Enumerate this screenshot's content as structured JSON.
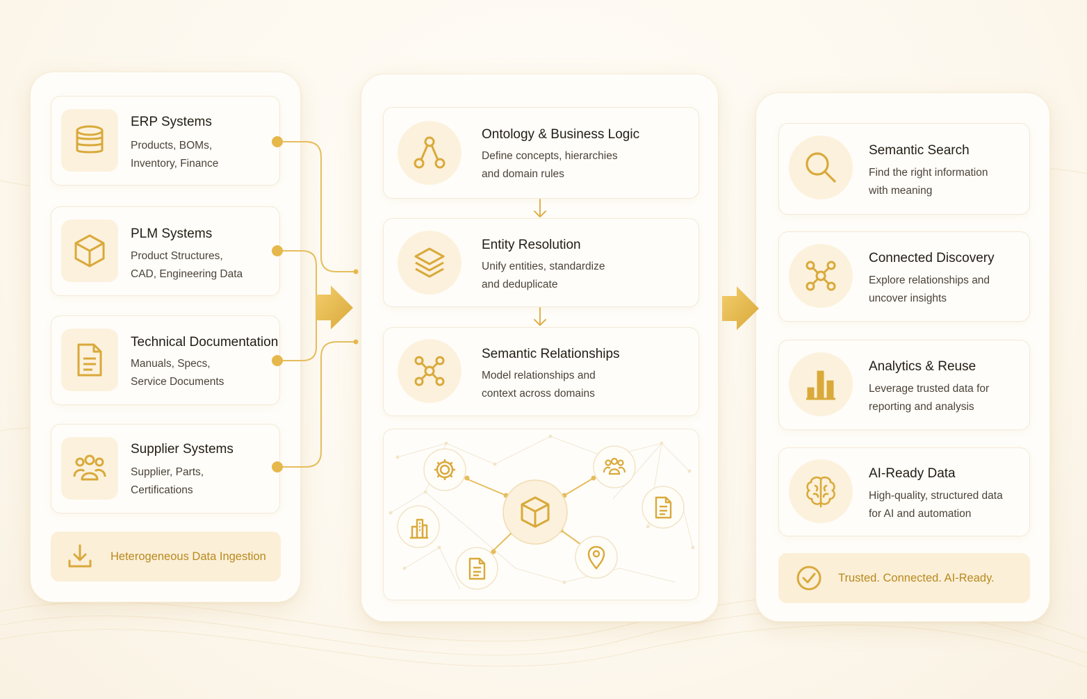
{
  "colors": {
    "accent": "#d9a93a",
    "accent_dark": "#c89420",
    "icon_bg": "#fcf1dc",
    "panel_bg": "#fffdf9"
  },
  "sources": {
    "items": [
      {
        "icon": "database-icon",
        "title": "ERP Systems",
        "desc": [
          "Products, BOMs,",
          "Inventory, Finance"
        ]
      },
      {
        "icon": "cube-icon",
        "title": "PLM Systems",
        "desc": [
          "Product Structures,",
          "CAD, Engineering Data"
        ]
      },
      {
        "icon": "document-icon",
        "title": "Technical Documentation",
        "desc": [
          "Manuals, Specs,",
          "Service Documents"
        ]
      },
      {
        "icon": "users-icon",
        "title": "Supplier Systems",
        "desc": [
          "Supplier, Parts,",
          "Certifications"
        ]
      }
    ],
    "footer": {
      "icon": "download-icon",
      "label": "Heterogeneous Data Ingestion"
    }
  },
  "processing": {
    "items": [
      {
        "icon": "hierarchy-icon",
        "title": "Ontology & Business Logic",
        "desc": [
          "Define concepts, hierarchies",
          "and domain rules"
        ]
      },
      {
        "icon": "layers-icon",
        "title": "Entity Resolution",
        "desc": [
          "Unify entities, standardize",
          "and deduplicate"
        ]
      },
      {
        "icon": "network-icon",
        "title": "Semantic Relationships",
        "desc": [
          "Model relationships and",
          "context across domains"
        ]
      }
    ],
    "graph_icons": [
      "cube-icon",
      "gear-icon",
      "users-icon",
      "document-icon",
      "building-icon",
      "document-icon",
      "location-pin-icon"
    ]
  },
  "outcomes": {
    "items": [
      {
        "icon": "search-icon",
        "title": "Semantic Search",
        "desc": [
          "Find the right information",
          "with meaning"
        ]
      },
      {
        "icon": "network-icon",
        "title": "Connected Discovery",
        "desc": [
          "Explore relationships and",
          "uncover insights"
        ]
      },
      {
        "icon": "bar-chart-icon",
        "title": "Analytics & Reuse",
        "desc": [
          "Leverage trusted data for",
          "reporting and analysis"
        ]
      },
      {
        "icon": "brain-icon",
        "title": "AI-Ready Data",
        "desc": [
          "High-quality, structured data",
          "for AI and automation"
        ]
      }
    ],
    "footer": {
      "icon": "check-circle-icon",
      "label": "Trusted. Connected. AI-Ready."
    }
  }
}
